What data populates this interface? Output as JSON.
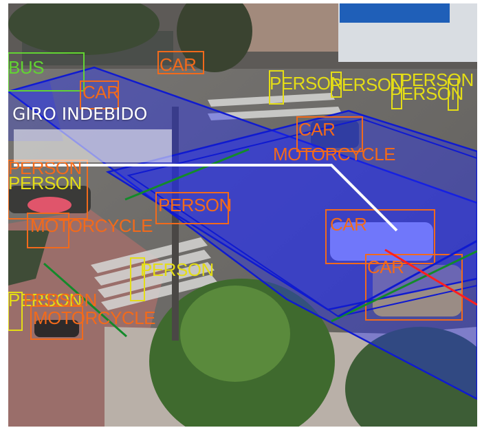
{
  "overlay": {
    "title": "GIRO INDEBIDO",
    "colors": {
      "zone": "#1f2bff",
      "zone_edge": "#0f1ad0",
      "detection": "#f26a1b",
      "person": "#e4dd16",
      "bus": "#62d432",
      "track_green": "#138a2a",
      "track_red": "#ff1f1f",
      "path_white": "#ffffff"
    }
  },
  "detections": [
    {
      "label": "BUS",
      "cls": "bus"
    },
    {
      "label": "CAR",
      "cls": "car"
    },
    {
      "label": "CAR",
      "cls": "car"
    },
    {
      "label": "PERSON",
      "cls": "person"
    },
    {
      "label": "PERSON",
      "cls": "person"
    },
    {
      "label": "PERSON",
      "cls": "person"
    },
    {
      "label": "PERSON",
      "cls": "person"
    },
    {
      "label": "CAR",
      "cls": "car"
    },
    {
      "label": "MOTORCYCLE",
      "cls": "motorcycle"
    },
    {
      "label": "PERSON",
      "cls": "person"
    },
    {
      "label": "PERSON",
      "cls": "person"
    },
    {
      "label": "PERSON",
      "cls": "person"
    },
    {
      "label": "MOTORCYCLE",
      "cls": "motorcycle"
    },
    {
      "label": "PERSON",
      "cls": "person"
    },
    {
      "label": "CAR",
      "cls": "car"
    },
    {
      "label": "CAR",
      "cls": "car"
    },
    {
      "label": "PERSON",
      "cls": "person"
    },
    {
      "label": "PERSON",
      "cls": "person"
    },
    {
      "label": "MOTORCYCLE",
      "cls": "motorcycle"
    }
  ]
}
